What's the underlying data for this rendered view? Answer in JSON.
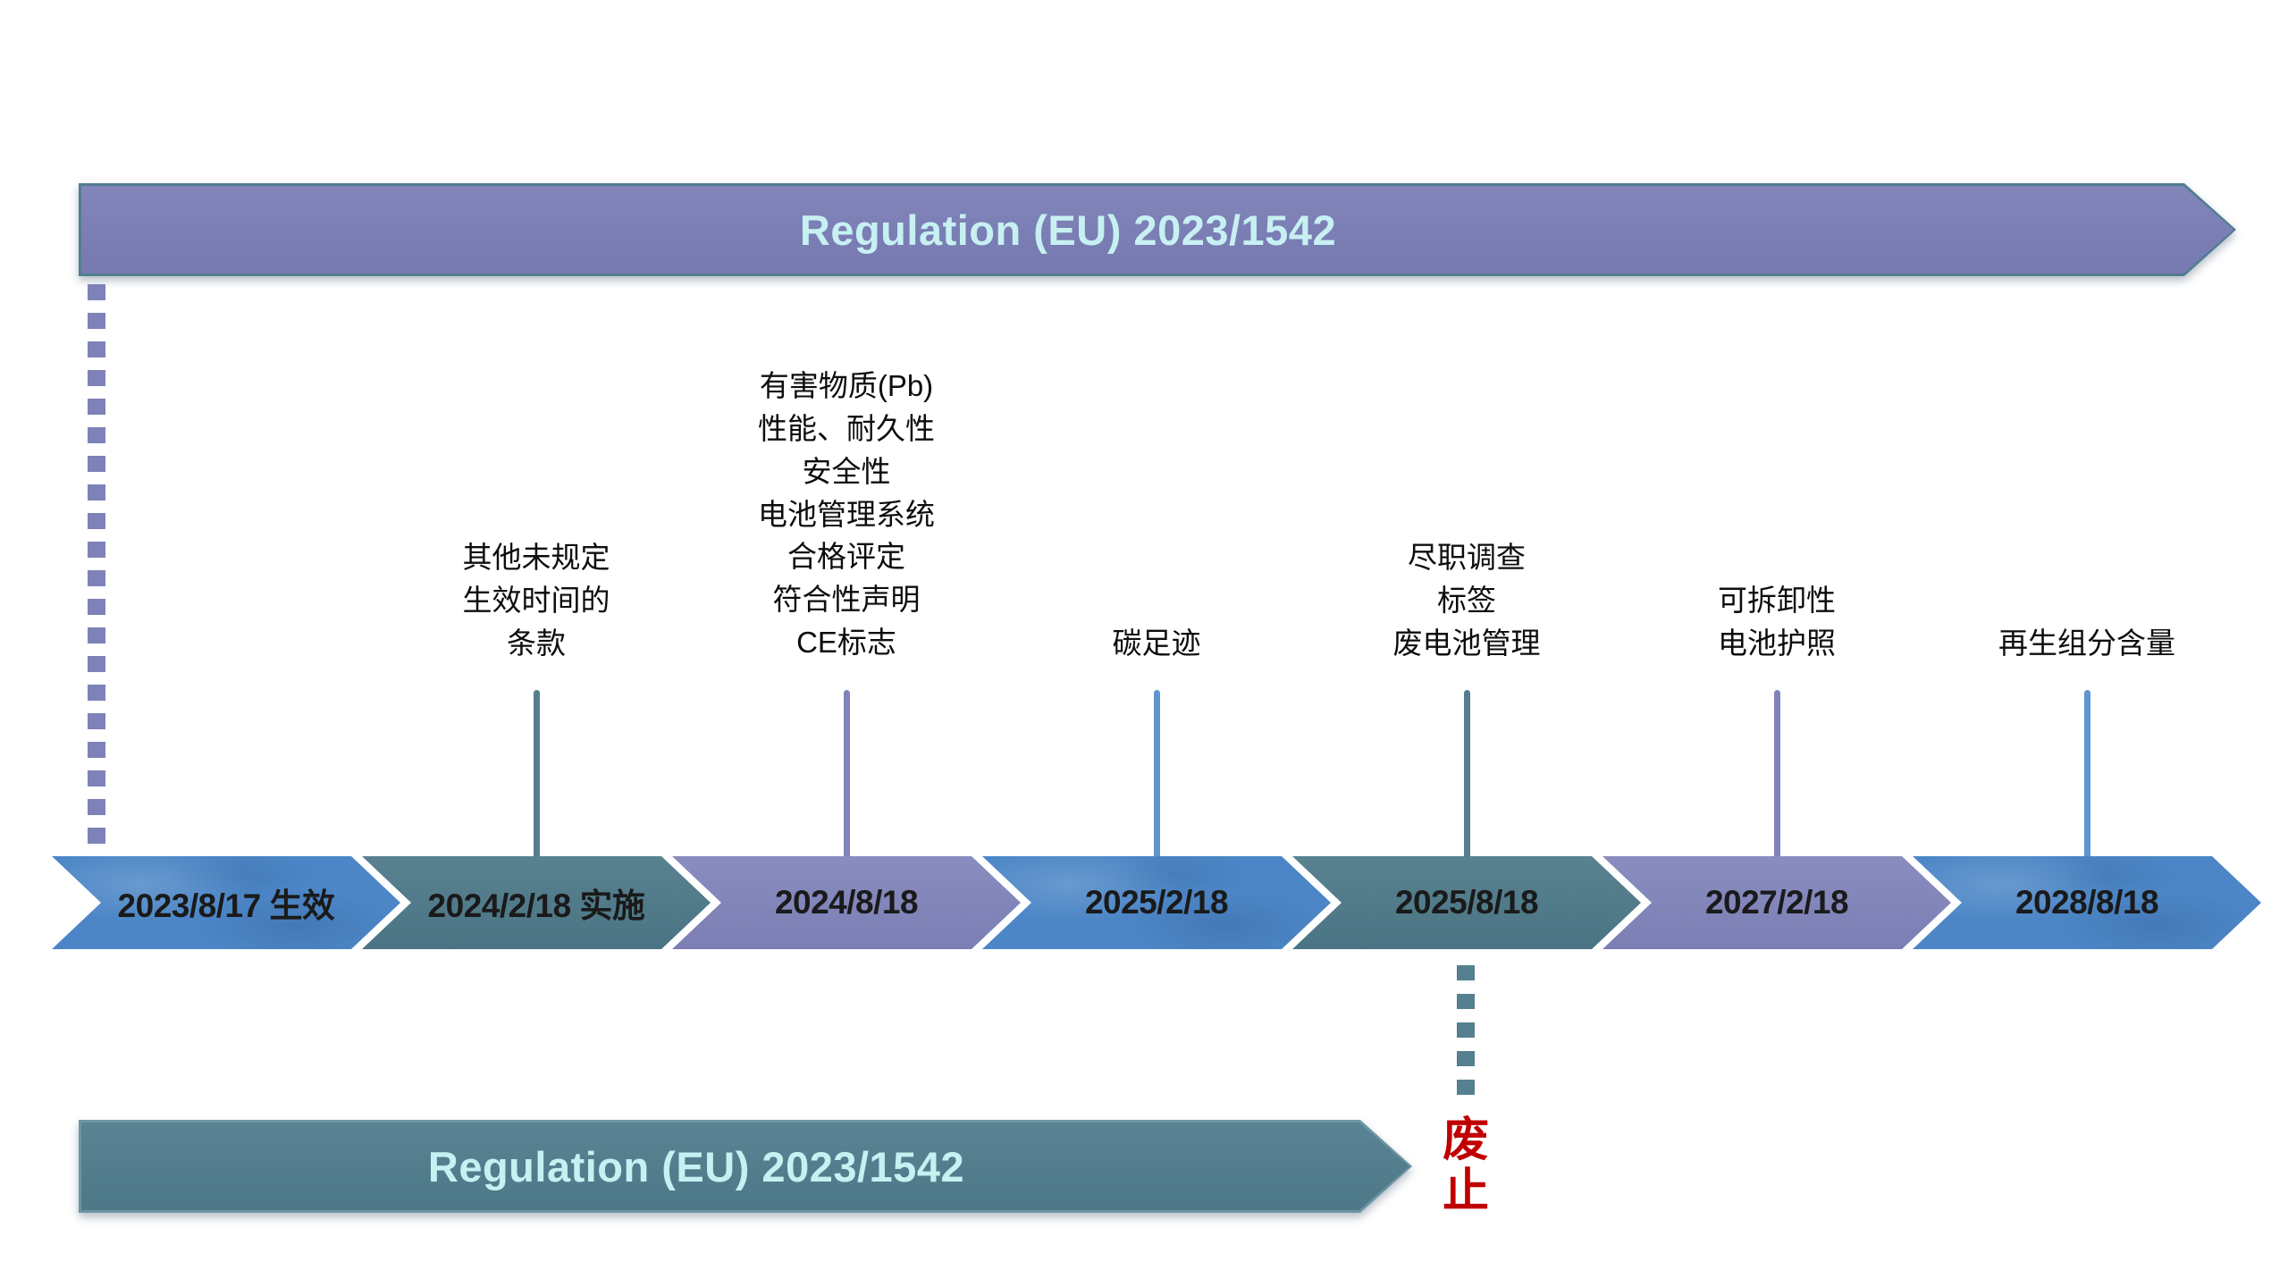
{
  "title_banner": {
    "label": "Regulation (EU) 2023/1542"
  },
  "old_regulation_banner": {
    "label": "Regulation (EU) 2023/1542"
  },
  "repeal": {
    "label": "废止"
  },
  "timeline": {
    "milestones": [
      {
        "date": "2023/8/17 生效",
        "color": "blue",
        "label": ""
      },
      {
        "date": "2024/2/18 实施",
        "color": "teal",
        "label": "其他未规定\n生效时间的\n条款"
      },
      {
        "date": "2024/8/18",
        "color": "purple",
        "label": "有害物质(Pb)\n性能、耐久性\n安全性\n电池管理系统\n合格评定\n符合性声明\nCE标志"
      },
      {
        "date": "2025/2/18",
        "color": "blue",
        "label": "碳足迹"
      },
      {
        "date": "2025/8/18",
        "color": "teal",
        "label": "尽职调查\n标签\n废电池管理"
      },
      {
        "date": "2027/2/18",
        "color": "purple",
        "label": "可拆卸性\n电池护照"
      },
      {
        "date": "2028/8/18",
        "color": "blue",
        "label": "再生组分含量"
      }
    ]
  },
  "colors": {
    "banner_purple": "#7a7eb4",
    "banner_border": "#517e91",
    "banner_text": "#c7f0f2",
    "bottom_banner_teal": "#527d8d",
    "arrow_blue": "#4c86c6",
    "arrow_teal": "#4f7a8a",
    "arrow_purple": "#8184ba",
    "connector_teal": "#547e8e",
    "connector_purple": "#8184ba",
    "connector_blue": "#5e97d0",
    "dotted_purple": "#7e82b8",
    "dotted_teal": "#55808f",
    "repeal_red": "#c00000",
    "date_text": "#1a1a1a"
  }
}
